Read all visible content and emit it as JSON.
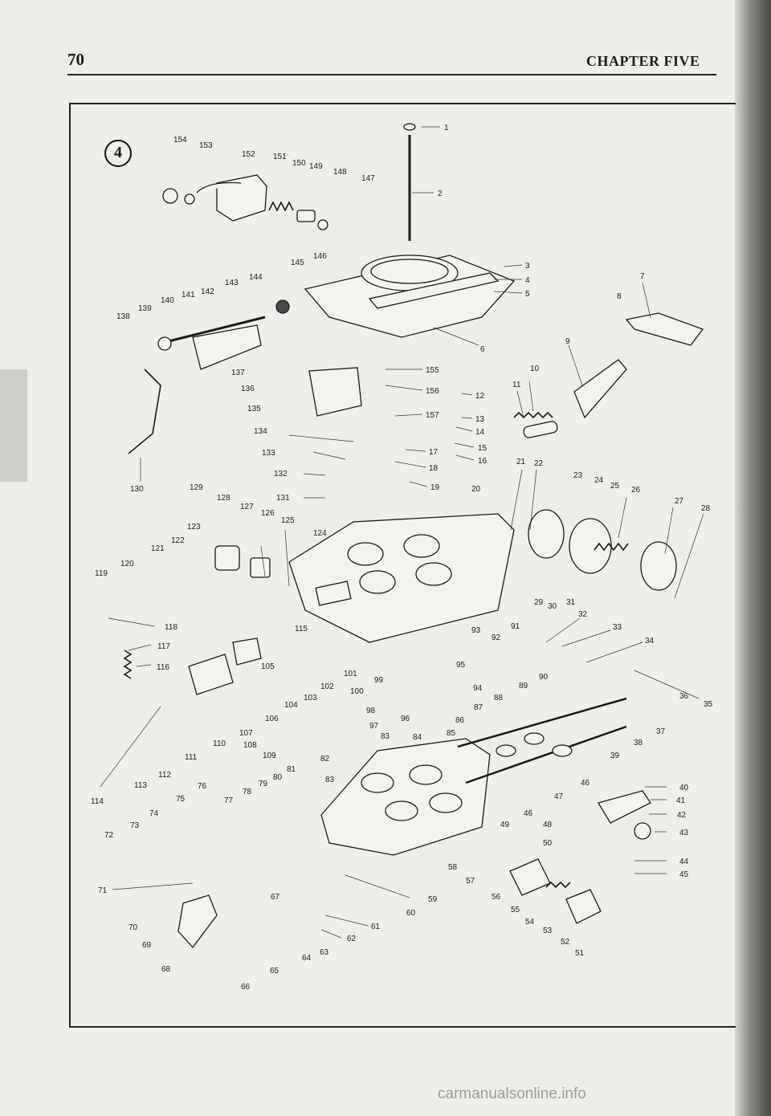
{
  "header": {
    "page_number": "70",
    "chapter_title": "CHAPTER FIVE"
  },
  "figure": {
    "number": "4",
    "description_icon": "exploded-carburetor-diagram"
  },
  "watermark": "carmanualsonline.info",
  "callouts": [
    "1",
    "2",
    "3",
    "4",
    "5",
    "6",
    "7",
    "8",
    "9",
    "10",
    "11",
    "12",
    "13",
    "14",
    "15",
    "16",
    "17",
    "18",
    "19",
    "20",
    "21",
    "22",
    "23",
    "24",
    "25",
    "26",
    "27",
    "28",
    "29",
    "30",
    "31",
    "32",
    "33",
    "34",
    "35",
    "36",
    "37",
    "38",
    "39",
    "40",
    "41",
    "42",
    "43",
    "44",
    "45",
    "46",
    "47",
    "48",
    "49",
    "50",
    "51",
    "52",
    "53",
    "54",
    "55",
    "56",
    "57",
    "58",
    "59",
    "60",
    "61",
    "62",
    "63",
    "64",
    "65",
    "66",
    "67",
    "68",
    "69",
    "70",
    "71",
    "72",
    "73",
    "74",
    "75",
    "76",
    "77",
    "78",
    "79",
    "80",
    "81",
    "82",
    "83",
    "84",
    "85",
    "86",
    "87",
    "88",
    "89",
    "90",
    "91",
    "92",
    "93",
    "94",
    "95",
    "96",
    "97",
    "98",
    "99",
    "100",
    "101",
    "102",
    "103",
    "104",
    "105",
    "106",
    "107",
    "108",
    "109",
    "110",
    "111",
    "112",
    "113",
    "114",
    "115",
    "116",
    "117",
    "118",
    "119",
    "120",
    "121",
    "122",
    "123",
    "124",
    "125",
    "126",
    "127",
    "128",
    "129",
    "130",
    "131",
    "132",
    "133",
    "134",
    "135",
    "136",
    "137",
    "138",
    "139",
    "140",
    "141",
    "142",
    "143",
    "144",
    "145",
    "146",
    "147",
    "148",
    "149",
    "150",
    "151",
    "152",
    "153",
    "154",
    "155",
    "156",
    "157"
  ]
}
